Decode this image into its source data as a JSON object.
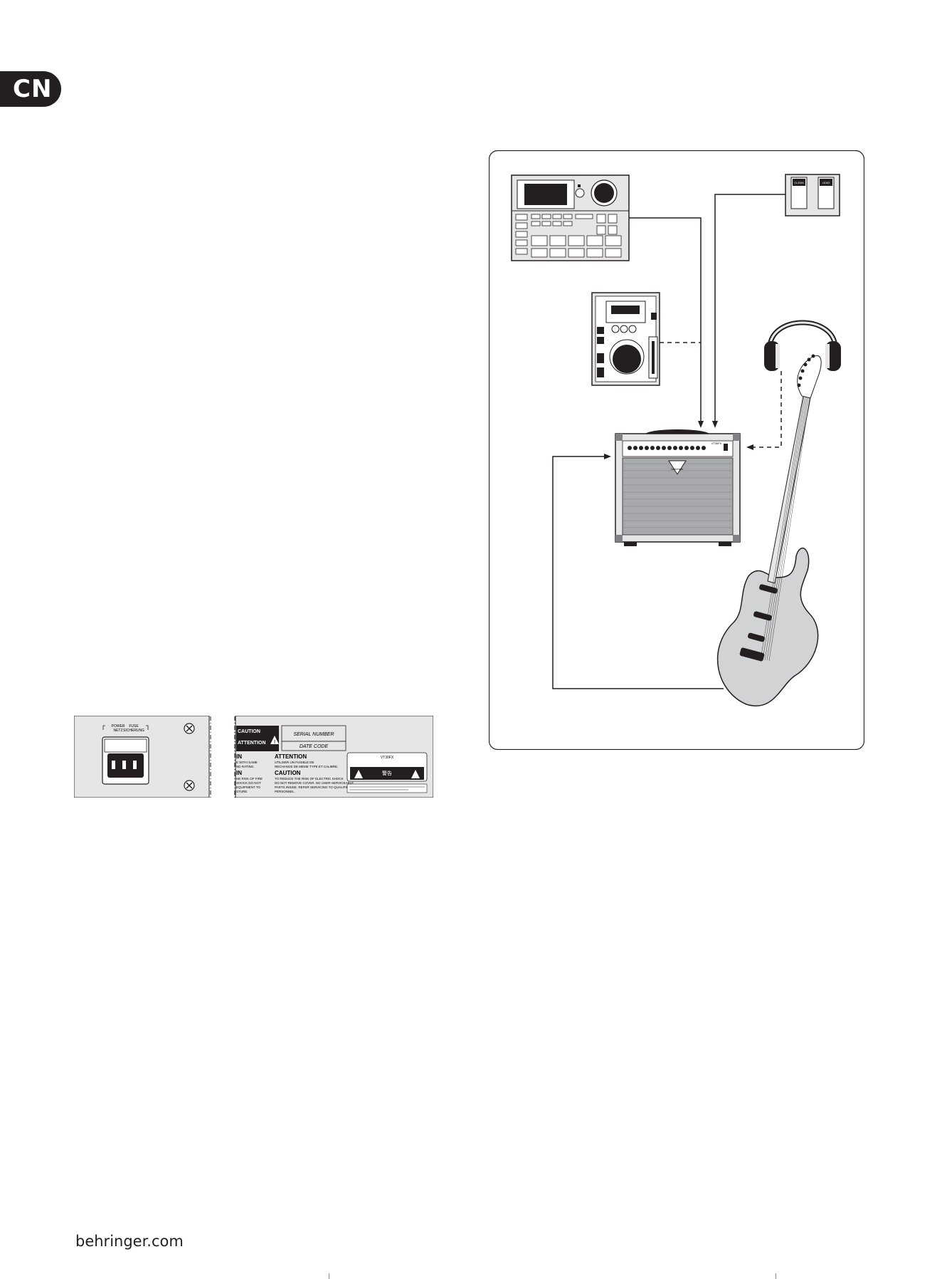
{
  "language_tab": "CN",
  "rear_panel": {
    "power_label_1": "POWER",
    "power_label_2": "FUSE",
    "power_label_3": "SICHERUNG",
    "power_label_4": "NETZ",
    "serial_number": "SERIAL NUMBER",
    "date_code": "DATE CODE",
    "warn_caution": "CAUTION",
    "warn_attention": "ATTENTION",
    "warn_in_1": "IN",
    "warn_in_2": "IN",
    "attention_heading": "ATTENTION",
    "caution_heading": "CAUTION",
    "attention_line_1": "UTILISER UN FUSIBLE DE",
    "attention_line_2": "RECHANGE DE MEME TYPE ET CALIBRE.",
    "caution_line_1": "TO REDUCE THE RISK OF ELECTRIC SHOCK",
    "caution_line_2": "DO NOT REMOVE COVER. NO USER-SERVICEABLE",
    "caution_line_3": "PARTS INSIDE. REFER SERVICING TO QUALIFIED",
    "caution_line_4": "PERSONNEL.",
    "left_line_1": "E WITH SAME",
    "left_line_2": "ND RATING.",
    "left_line_3": "HE RISK OF FIRE",
    "left_line_4": "SHOCK DO NOT",
    "left_line_5": "EQUIPMENT TO",
    "left_line_6": "STURE.",
    "model_label": "VT30FX",
    "cn_warning": "警告"
  },
  "amp_model": "VT30FX",
  "amp_brand": "behringer",
  "footswitch": {
    "left": "CLEAN",
    "right": "LEAD"
  },
  "footer": "behringer.com"
}
